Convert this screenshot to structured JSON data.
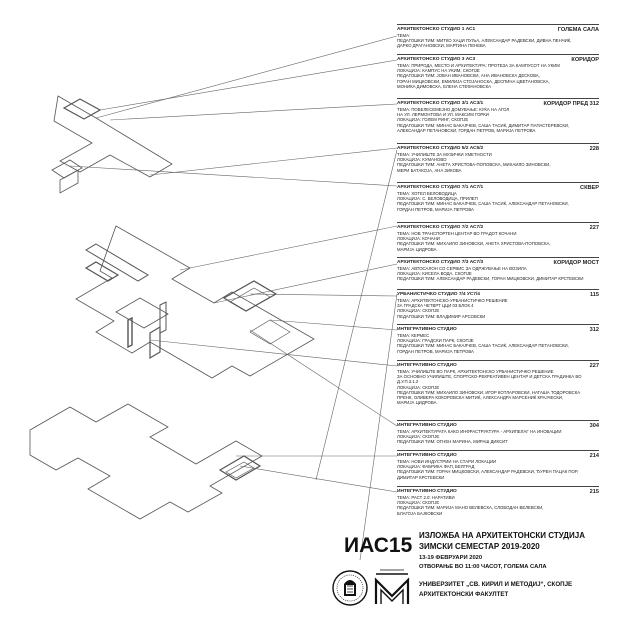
{
  "studios": [
    {
      "title": "АРХИТЕКТОНСКО СТУДИО 1 АС1",
      "room": "ГОЛЕМА САЛА",
      "lines": [
        "ТЕМА:",
        "ПЕДАГОШКИ ТИМ: МИТКО ХАЏИ ПУЉА, АЛЕКСАНДАР РАДЕВСКИ, ДИВНА ПЕНЧИЌ,",
        "ДАРКО ДРАГАНОВСКИ, МАРТИНА ПЕНЕВА"
      ]
    },
    {
      "title": "АРХИТЕКТОНСКО СТУДИО 3 АС3",
      "room": "КОРИДОР",
      "lines": [
        "ТЕМА: ПРИРОДА, МЕСТО И АРХИТЕКТУРА: ПРОТЕЗА ЗА КАМПУСОТ НА УКИМ",
        "ЛОКАЦИЈА: КАМПУС НА УКИМ, СКОПЈЕ",
        "ПЕДАГОШКИ ТИМ: ЈОВАН ИВАНОВСКИ, АНА ИВАНОВСКА ДЕСКОВА,",
        "ГОРАН МИЦКОВСКИ, ЕМИЛИЈА СТОЈАНОСКА, ДЕСПИНА ЦВЕТАНОВСКА,",
        "МОНИКА ДИМОВСКА, ЕЛЕНА СТЕФАНОВСКА"
      ]
    },
    {
      "title": "АРХИТЕКТОНСКО СТУДИО 3/1 АС3/1",
      "room": "КОРИДОР ПРЕД 312",
      "lines": [
        "ТЕМА: ПОВЕЛЕСЕМЕЈНО ДОМУВАЊЕ: КУЌА НА АГОЛ",
        "НА УЛ. ЛЕРМОНТОВА И УЛ. МАКСИМ ГОРКИ",
        "ЛОКАЦИЈА: ГОЛЕМ РИНГ, СКОПЈЕ",
        "ПЕДАГОШКИ ТИМ: МИНАС БАКАЛЧЕВ, САША ТАСИЌ, ДИМИТАР ПАПАСТЕРЕВСКИ,",
        "АЛЕКСАНДАР ПЕТАНОВСКИ, ГОРДАН ПЕТРОВ, МАРИЈА ПЕТРОВА"
      ]
    },
    {
      "title": "АРХИТЕКТОНСКО СТУДИО 5/2 АС5/2",
      "room": "228",
      "lines": [
        "ТЕМА: УЧИЛИШТЕ ЗА МУЗИЧКИ УМЕТНОСТИ",
        "ЛОКАЦИЈА: КУМАНОВО",
        "ПЕДАГОШКИ ТИМ: АНЕТА ХРИСТОВА-ПОПОВСКА, МИХАИЛО ЗИНОВСКИ,",
        "МЕРИ БАТАКОЈА, АНА ЗИКОВА"
      ]
    },
    {
      "title": "АРХИТЕКТОНСКО СТУДИО 7/1 АС7/1",
      "room": "СКВЕР",
      "lines": [
        "ТЕМА: ХОТЕЛ БЕЛОВОДИЦА",
        "ЛОКАЦИЈА: С. БЕЛОВОДИЦА, ПРИЛЕП",
        "ПЕДАГОШКИ ТИМ: МИНАС БАКАЛЧЕВ, САША ТАСИЌ, АЛЕКСАНДАР ПЕТАНОВСКИ,",
        "ГОРДАН ПЕТРОВ, МАРИЈА ПЕТРОВА"
      ]
    },
    {
      "title": "АРХИТЕКТОНСКО СТУДИО 7/2 АС7/2",
      "room": "227",
      "lines": [
        "ТЕМА: НОВ ТРАНСПОРТЕН ЦЕНТАР ВО ГРАДОТ КОЧАНИ",
        "ЛОКАЦИЈА: КОЧАНИ",
        "ПЕДАГОШКИ ТИМ: МИХАИЛО ЗИНОВСКИ, АНЕТА ХРИСТОВА-ПОПОВСКА,",
        "МАРИЈА ЦИДРОВА"
      ]
    },
    {
      "title": "АРХИТЕКТОНСКО СТУДИО 7/3 АС7/3",
      "room": "КОРИДОР МОСТ",
      "lines": [
        "ТЕМА: АВТОСАЛОН СО СЕРВИС ЗА ОДРЖУВАЊЕ НА ВОЗИЛА",
        "ЛОКАЦИЈА: КИСЕЛА ВОДА, СКОПЈЕ",
        "ПЕДАГОШКИ ТИМ: АЛЕКСАНДАР РАДЕВСКИ, ГОРАН МИЦКОВСКИ, ДИМИТАР КРСТЕВСКИ"
      ]
    },
    {
      "title": "УРБАНИСТИЧКО СТУДИО 7/4 УС7/4",
      "room": "115",
      "lines": [
        "ТЕМА: АРХИТЕКТОНСКО-УРБАНИСТИЧКО РЕШЕНИЕ",
        "ЗА ГРАДСКА ЧЕТВРТ ЦЦИ 03 БЛОК 4",
        "ЛОКАЦИЈА: СКОПЈЕ",
        "ПЕДАГОШКИ ТИМ: ВЛАДИМИР АРСОВСКИ"
      ]
    },
    {
      "title": "ИНТЕГРАТИВНО СТУДИО",
      "room": "312",
      "lines": [
        "ТЕМА: КЕРМЕС",
        "ЛОКАЦИЈА: ГРАДСКИ ПАРК, СКОПЈЕ",
        "ПЕДАГОШКИ ТИМ: МИНАС БАКАЛЧЕВ, САША ТАСИЌ, АЛЕКСАНДАР ПЕТАНОВСКИ,",
        "ГОРДАН ПЕТРОВ, МАРИЈА ПЕТРОВА"
      ]
    },
    {
      "title": "ИНТЕГРАТИВНО СТУДИО",
      "room": "227",
      "lines": [
        "ТЕМА: УЧИЛИШТЕ ВО ПАРК, АРХИТЕКТОНСКО УРБАНИСТИЧКО РЕШЕНИЕ",
        "ЗА ОСНОВНО УЧИЛИШТЕ, СПОРТСКО-РЕКРЕАТИВЕН ЦЕНТАР И ДЕТСКА ГРАДИНКА ВО",
        "Д.У.П.3.1.2",
        "ЛОКАЦИЈА: СКОПЈЕ",
        "ПЕДАГОШКИ ТИМ: МИХАИЛО ЗИНОВСКИ, ИГОР КОТЛАРОВСКИ, НАТАША ТОДОРОВСКА",
        "ПРЕНК, ОЛИВЕРА КОКОРОВСКА МИТИЌ, АЛЕКСАНДРА МАРСЕНИЌ КРАЈЧЕСКИ,",
        "МАРИЈА ЦИДРОВА"
      ]
    },
    {
      "title": "ИНТЕГРАТИВНО СТУДИО",
      "room": "304",
      "lines": [
        "ТЕМА: АРХИТЕКТУРАТА КАКО ИНФРАСТРУКТУРА - АРХИПЕЛАГ НА ИНОВАЦИИ",
        "ЛОКАЦИЈА: СКОПЈЕ",
        "ПЕДАГОШКИ ТИМ: ОГНЕН МАРИНА, МИРАШ ДИКСИТ"
      ]
    },
    {
      "title": "ИНТЕГРАТИВНО СТУДИО",
      "room": "214",
      "lines": [
        "ТЕМА: НОВИ ИНДУСТРИИ НА СТАРИ ЛОКАЦИИ",
        "ЛОКАЦИЈА: ФАБРИКА ФАП, БЕЛГРАД",
        "ПЕДАГОШКИ ТИМ: ГОРАН МИЦКОВСКИ, АЛЕКСАНДАР РАДЕВСКИ, ЂУРЕН ПАЦАК ПОР,",
        "ДИМИТАР КРСТЕВСКИ"
      ]
    },
    {
      "title": "ИНТЕГРАТИВНО СТУДИО",
      "room": "215",
      "lines": [
        "ТЕМА: РАСТ 2.0: НАРАТИВИ",
        "ЛОКАЦИЈА: СКОПЈЕ",
        "ПЕДАГОШКИ ТИМ: МАРИЈА МАНО ВЕЛЕВСКА, СЛОБОДАН ВЕЛЕВСКИ,",
        "БЛАГОЈА БАЈКОВСКИ"
      ]
    }
  ],
  "event": {
    "code": "ИАС15",
    "title_line1": "ИЗЛОЖБА НА АРХИТЕКТОНСКИ СТУДИЈА",
    "title_line2": "ЗИМСКИ СЕМЕСТАР 2019-2020",
    "dates": "13-19 ФЕВРУАРИ 2020",
    "opening": "ОТВОРАЊЕ ВО 11:00 ЧАСОТ, ГОЛЕМА САЛА"
  },
  "footer": {
    "university": "УНИВЕРЗИТЕТ „СВ. КИРИЛ И МЕТОДИЈ“, СКОПЈЕ",
    "faculty": "АРХИТЕКТОНСКИ ФАКУЛТЕТ"
  },
  "colors": {
    "ink": "#111111",
    "line": "#444444",
    "paper": "#ffffff"
  }
}
